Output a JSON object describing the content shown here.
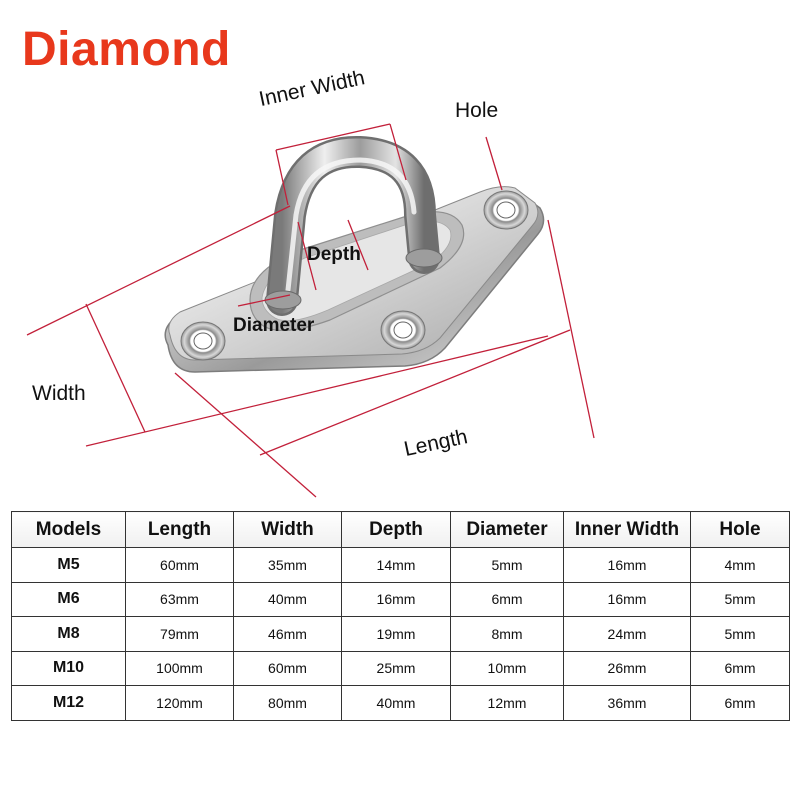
{
  "title": "Diamond",
  "colors": {
    "title": "#e8381c",
    "annotation_line": "#c2203a"
  },
  "labels": {
    "inner_width": "Inner Width",
    "hole": "Hole",
    "depth": "Depth",
    "diameter": "Diameter",
    "width": "Width",
    "length": "Length"
  },
  "table": {
    "headers": [
      "Models",
      "Length",
      "Width",
      "Depth",
      "Diameter",
      "Inner Width",
      "Hole"
    ],
    "rows": [
      [
        "M5",
        "60mm",
        "35mm",
        "14mm",
        "5mm",
        "16mm",
        "4mm"
      ],
      [
        "M6",
        "63mm",
        "40mm",
        "16mm",
        "6mm",
        "16mm",
        "5mm"
      ],
      [
        "M8",
        "79mm",
        "46mm",
        "19mm",
        "8mm",
        "24mm",
        "5mm"
      ],
      [
        "M10",
        "100mm",
        "60mm",
        "25mm",
        "10mm",
        "26mm",
        "6mm"
      ],
      [
        "M12",
        "120mm",
        "80mm",
        "40mm",
        "12mm",
        "36mm",
        "6mm"
      ]
    ]
  }
}
